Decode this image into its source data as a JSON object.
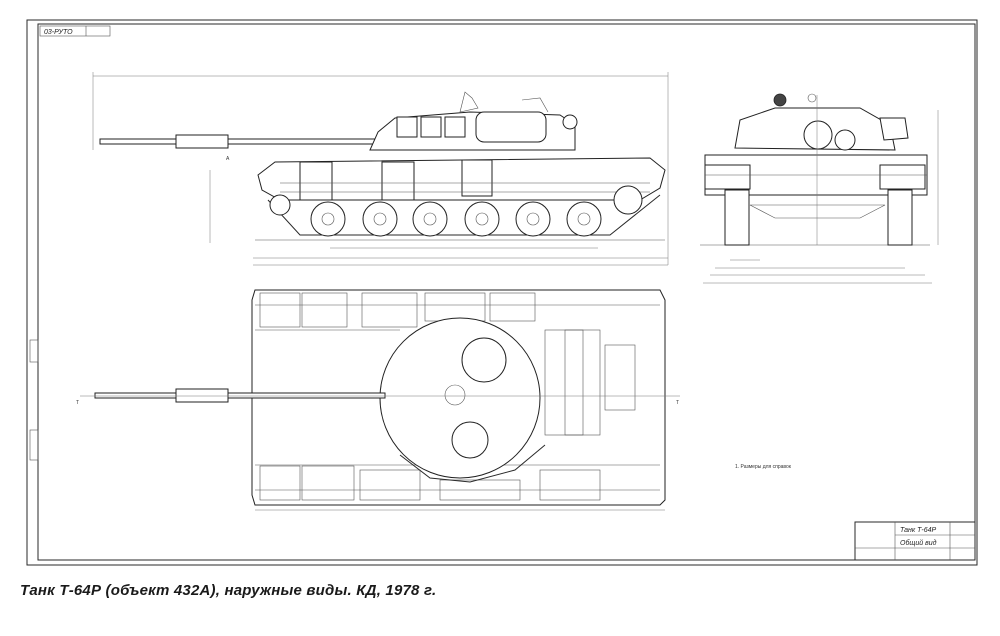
{
  "caption": "Танк Т-64Р (объект 432А), наружные виды. КД, 1978 г.",
  "sheet": {
    "corner_stamp": "03-РУТО",
    "title_block_lines": [
      "Танк Т-64Р",
      "Общий вид"
    ],
    "note": "1. Размеры для справок",
    "axis_labels": {
      "top_left": "А",
      "bottom_left": "Т",
      "bottom_right": "Т"
    }
  }
}
